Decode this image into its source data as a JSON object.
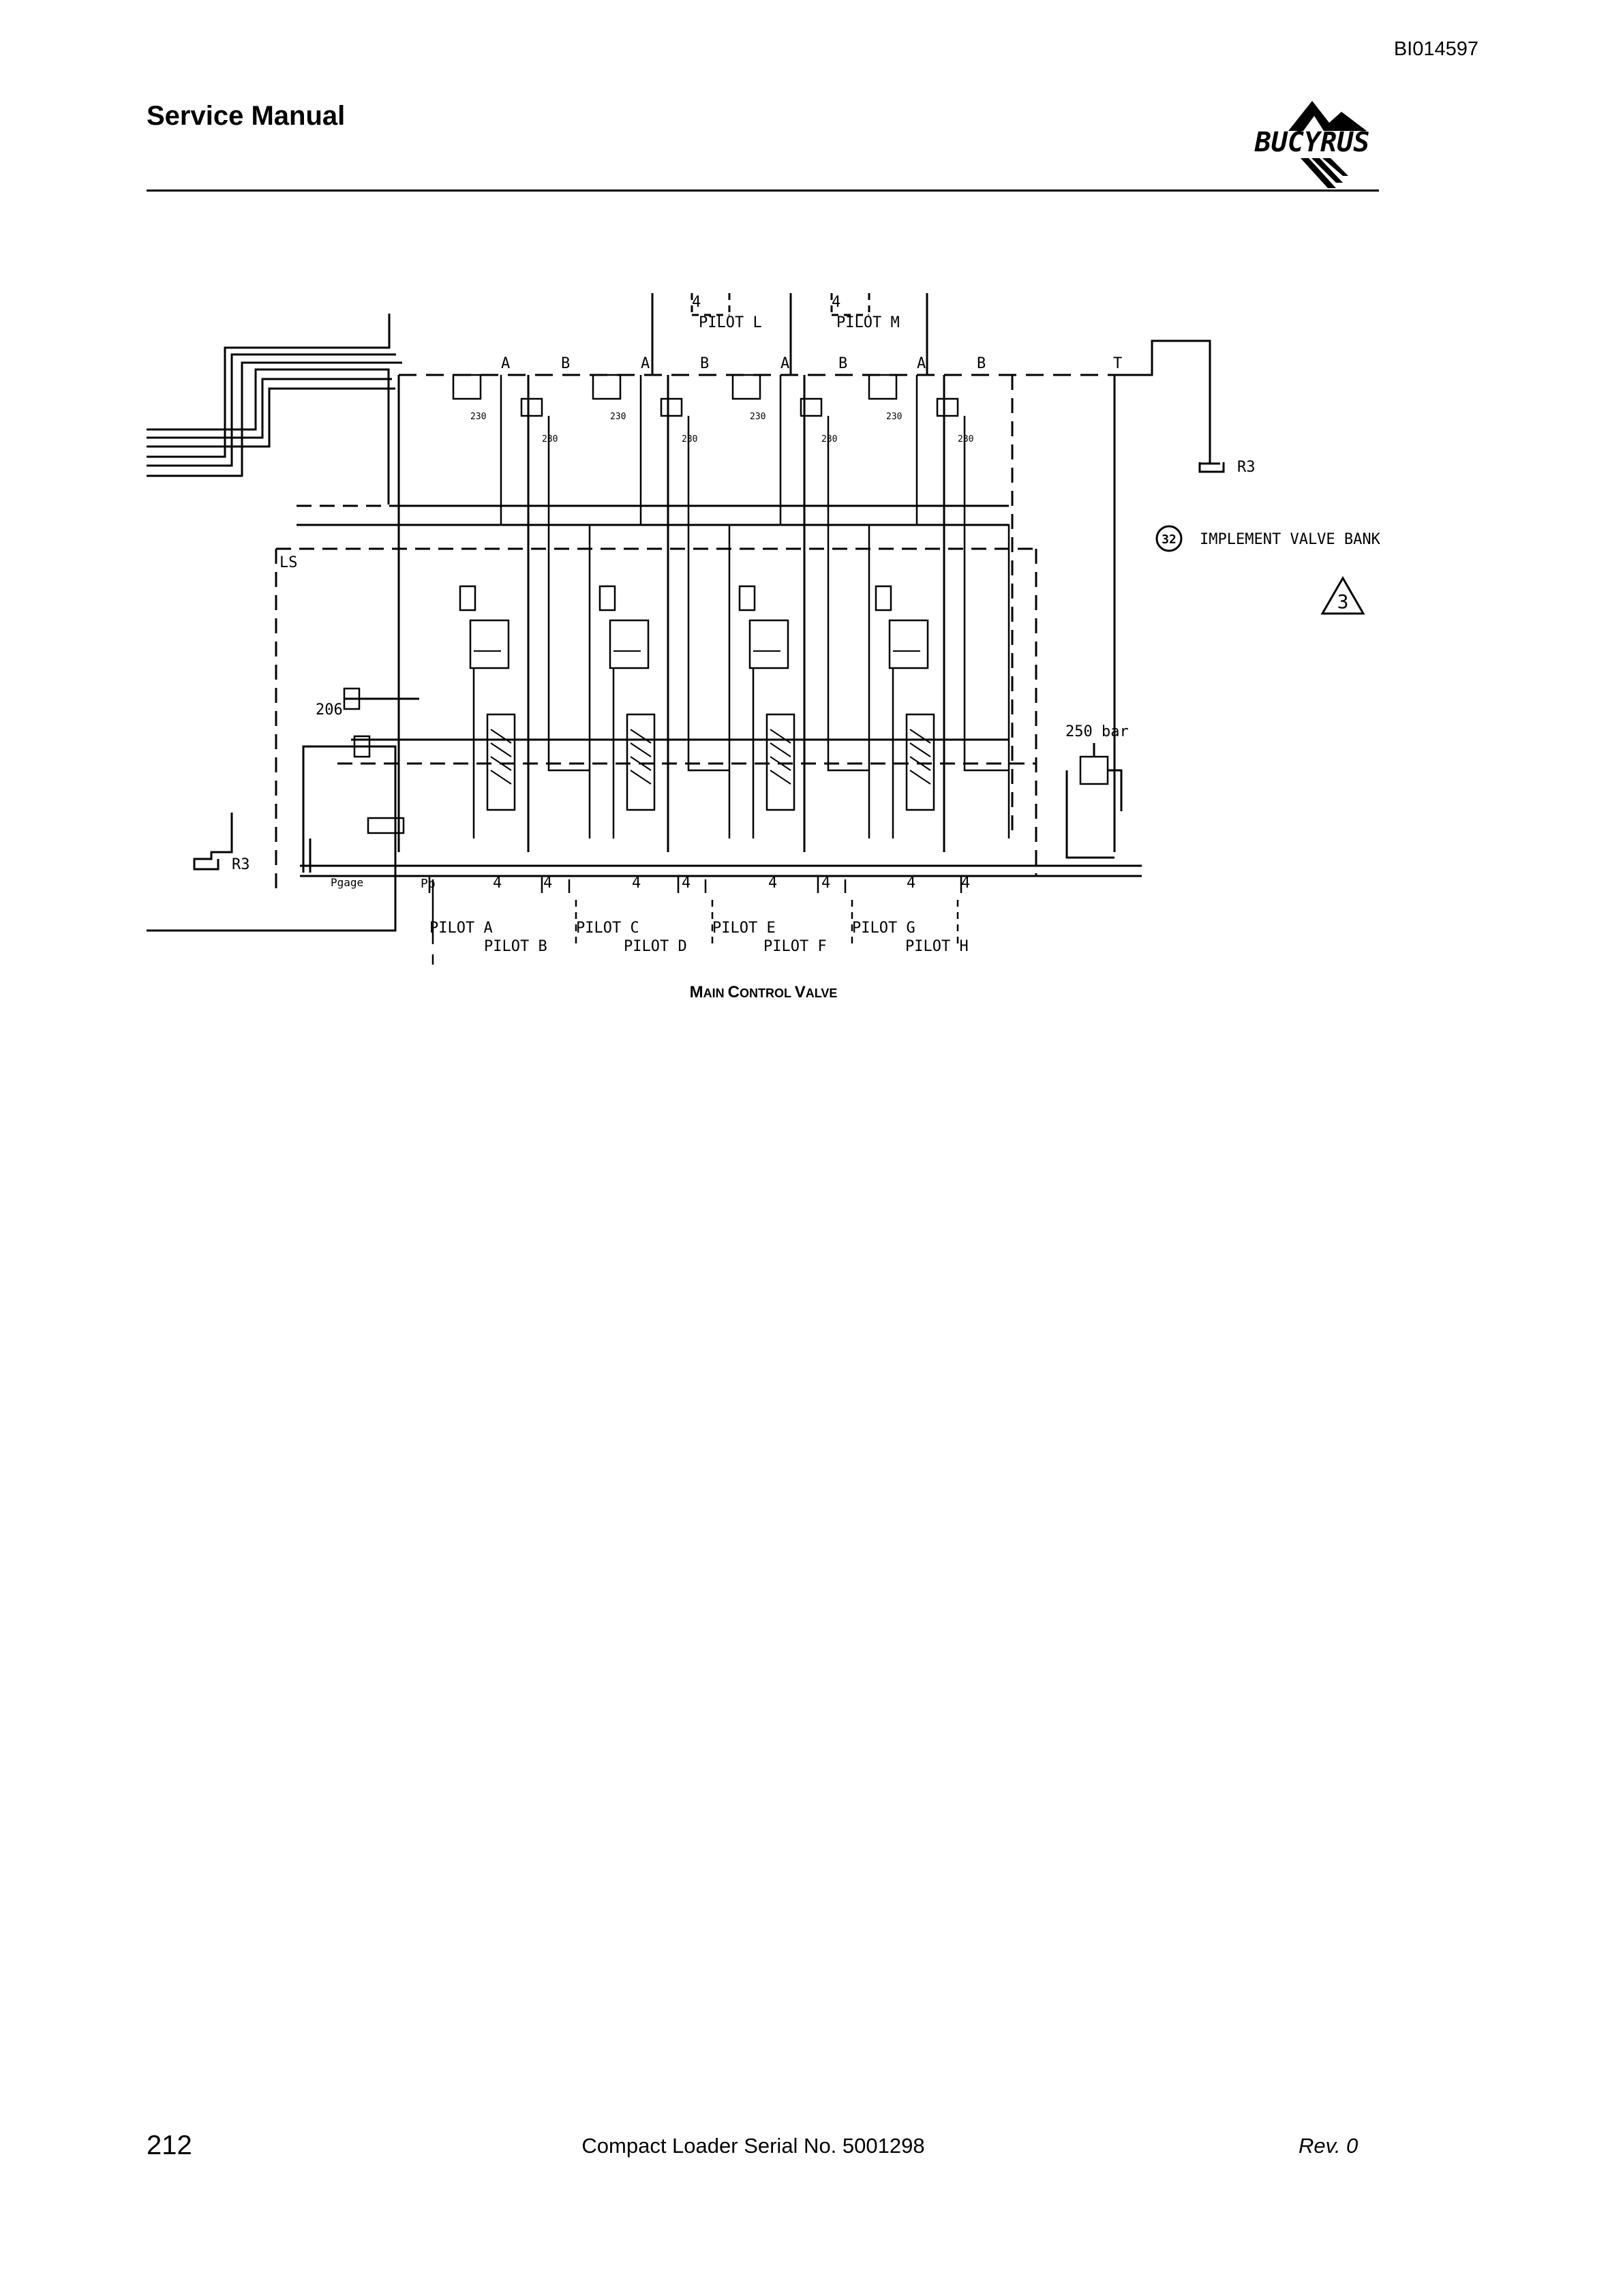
{
  "header": {
    "doc_id": "BI014597",
    "title": "Service Manual",
    "logo_text": "BUCYRUS"
  },
  "diagram": {
    "top_pilots": [
      "PILOT L",
      "PILOT M"
    ],
    "top_pilot_counts": [
      "4",
      "4"
    ],
    "port_labels": [
      "A",
      "B",
      "A",
      "B",
      "A",
      "B",
      "A",
      "B",
      "T"
    ],
    "relief_values": [
      "230",
      "230",
      "230",
      "230",
      "230",
      "230",
      "230",
      "230"
    ],
    "ls_label": "LS",
    "reducing_value": "206",
    "tank_labels": [
      "R3",
      "R3"
    ],
    "pump_labels": [
      "Pgage",
      "Pp"
    ],
    "callout_number": "32",
    "callout_text": "IMPLEMENT VALVE BANK",
    "revision_triangle": "3",
    "main_relief": "250 bar",
    "bottom_counts": [
      "4",
      "4",
      "4",
      "4",
      "4",
      "4",
      "4",
      "4"
    ],
    "bottom_pilots_upper": [
      "PILOT A",
      "PILOT C",
      "PILOT E",
      "PILOT G"
    ],
    "bottom_pilots_lower": [
      "PILOT B",
      "PILOT D",
      "PILOT F",
      "PILOT H"
    ]
  },
  "caption": "Main Control Valve",
  "footer": {
    "page_number": "212",
    "center_text": "Compact Loader  Serial No. 5001298",
    "revision": "Rev. 0"
  },
  "colors": {
    "ink": "#000000",
    "paper": "#ffffff"
  }
}
